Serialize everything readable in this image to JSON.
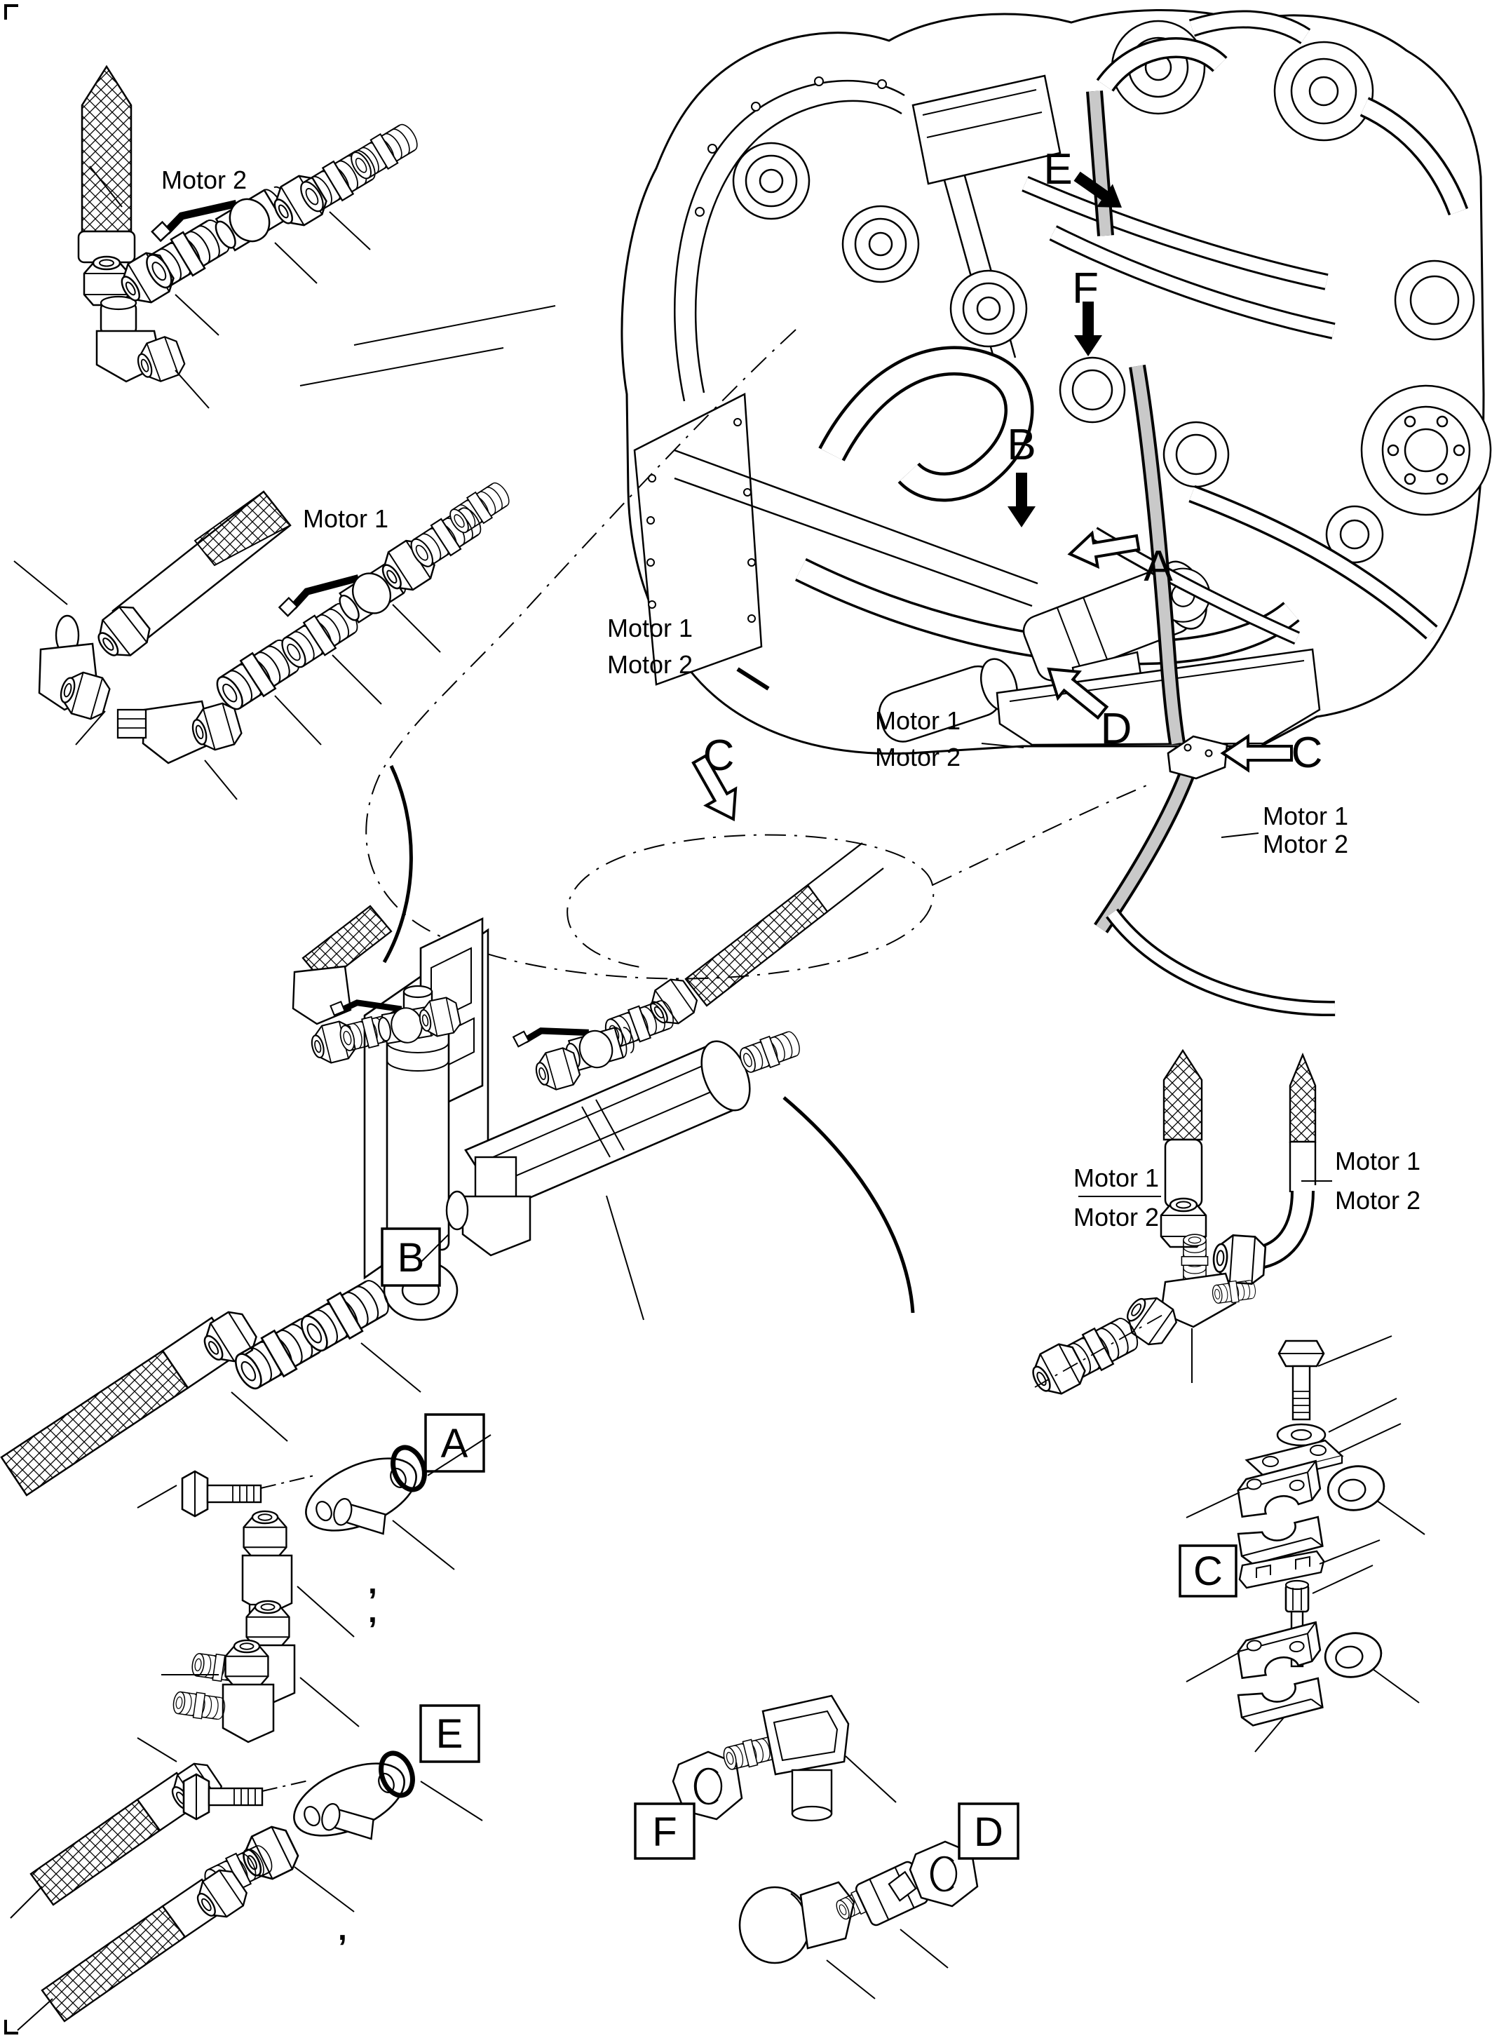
{
  "colors": {
    "background": "#ffffff",
    "line": "#000000",
    "hose_highlight": "#c9c9c9"
  },
  "motor_labels": {
    "top_left": {
      "text": "Motor 2"
    },
    "mid_left": {
      "text": "Motor 1"
    },
    "route_center": {
      "line1": "Motor 1",
      "line2": "Motor 2"
    },
    "route_center_right": {
      "line1": "Motor 1",
      "line2": "Motor 2"
    },
    "engine_right": {
      "line1": "Motor 1",
      "line2": "Motor 2"
    },
    "hose_group_left": {
      "line1": "Motor 1",
      "line2": "Motor 2"
    },
    "hose_group_right": {
      "line1": "Motor 1",
      "line2": "Motor 2"
    }
  },
  "engine_callouts": {
    "e": {
      "letter": "E"
    },
    "f": {
      "letter": "F"
    },
    "b": {
      "letter": "B"
    },
    "a": {
      "letter": "A"
    },
    "d": {
      "letter": "D"
    },
    "c": {
      "letter": "C"
    }
  },
  "route_callout": {
    "letter": "C"
  },
  "detail_boxes": {
    "b": {
      "letter": "B"
    },
    "a": {
      "letter": "A"
    },
    "e": {
      "letter": "E"
    },
    "f": {
      "letter": "F"
    },
    "d": {
      "letter": "D"
    },
    "c": {
      "letter": "C"
    }
  },
  "punctuation": {
    "comma_a1": ",",
    "comma_a2": ",",
    "comma_e": ","
  }
}
